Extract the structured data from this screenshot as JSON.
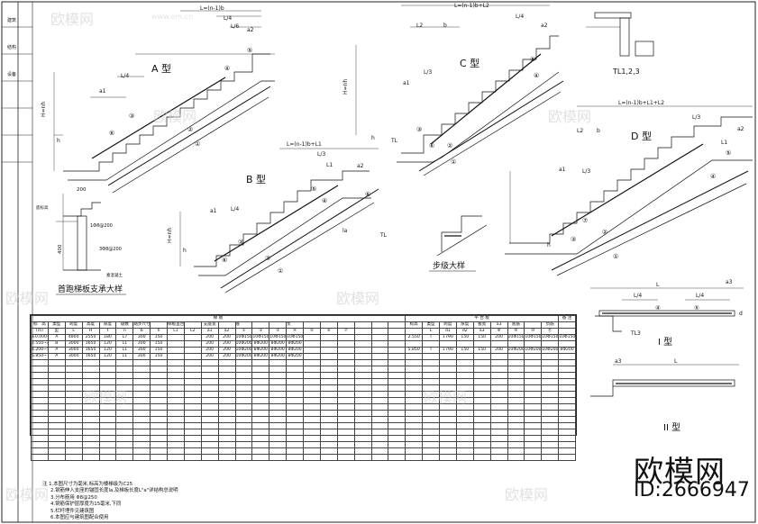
{
  "border": {
    "cols": [
      "建筑",
      "结构",
      "设备",
      "",
      "",
      ""
    ]
  },
  "types": {
    "a": "A 型",
    "b": "B 型",
    "c": "C 型",
    "d": "D 型",
    "i": "I 型",
    "ii": "II 型",
    "tl": "TL1,2,3"
  },
  "dims": {
    "a_top": "L=(n-1)b",
    "l4": "L/4",
    "l6": "L/6",
    "a2": "a2",
    "a1": "a1",
    "h": "h",
    "hnh": "H=nh",
    "b_top": "L=(n-1)b+L1",
    "l3": "L/3",
    "l1": "L1",
    "tl": "TL",
    "c_top": "L=(n-1)b+L2",
    "l2": "L2",
    "b": "b",
    "d_top": "L=(n-1)b+L1+L2",
    "la": "la",
    "a3": "a3",
    "d": "d",
    "l": "L",
    "tl3": "TL3"
  },
  "marks": [
    "①",
    "②",
    "③",
    "④",
    "⑤",
    "⑥",
    "⑦"
  ],
  "details": {
    "support_title": "首跑梯板支承大样",
    "step_title": "步级大样",
    "d200": "200",
    "d400": "400",
    "r1": "1Φ8@200",
    "r2": "3Φ8@200",
    "floor_note": "底标高",
    "support_note": "素混凝土"
  },
  "table": {
    "group_headers": {
      "plate": "梯  板",
      "platform": "平  台  板",
      "remarks": "备   注"
    },
    "h1": [
      "标　高",
      "类型",
      "跨度",
      "高度",
      "厚度",
      "级数",
      "踏步尺寸",
      "",
      "梯板首台",
      "",
      "支座宽",
      "",
      "底　　　筋",
      "",
      "",
      "负　　　筋",
      "",
      "",
      "",
      "",
      "",
      "",
      "标高",
      "类型",
      "跨度",
      "厚度",
      "板宽",
      "a3",
      "底筋",
      "",
      "负筋",
      ""
    ],
    "h2": [
      "(m)",
      "型",
      "L",
      "H",
      "t",
      "n",
      "b",
      "h",
      "L1",
      "L2",
      "a1",
      "a2",
      "①",
      "②",
      "③",
      "④",
      "⑤",
      "⑥",
      "⑦",
      "",
      "",
      "",
      "",
      "L",
      "d1",
      "d2",
      "a3",
      "⑧",
      "⑨",
      "⑩",
      "⑪"
    ],
    "rows": [
      [
        "±0.000~2.550",
        "A",
        "4800",
        "2550",
        "180",
        "17",
        "300",
        "150",
        "",
        "",
        "200",
        "200",
        "10Φ150",
        "10Φ150",
        "10Φ150",
        "10Φ150",
        "",
        "",
        "",
        "",
        "",
        "",
        "2.550",
        "I",
        "1790",
        "150",
        "150",
        "200",
        "10Φ150",
        "10Φ150",
        "10Φ150",
        "10Φ150"
      ],
      [
        "2.550~4.200",
        "B",
        "3000",
        "1650",
        "120",
        "11",
        "300",
        "150",
        "",
        "",
        "200",
        "200",
        "10Φ200",
        "8Φ200",
        "8Φ200",
        "8Φ200",
        "",
        "",
        "",
        "",
        "",
        "",
        "",
        "",
        "",
        "",
        "",
        "",
        "",
        "",
        "",
        ""
      ],
      [
        "4.200~5.850",
        "A",
        "3000",
        "1650",
        "120",
        "11",
        "300",
        "150",
        "",
        "",
        "200",
        "200",
        "10Φ200",
        "8Φ200",
        "8Φ200",
        "8Φ200",
        "",
        "",
        "",
        "",
        "",
        "",
        "5.850",
        "I",
        "1790",
        "150",
        "150",
        "200",
        "10Φ200",
        "10Φ200",
        "10Φ200",
        "8Φ200"
      ],
      [
        "5.850~7.500",
        "A",
        "3000",
        "1650",
        "120",
        "11",
        "300",
        "150",
        "",
        "",
        "200",
        "200",
        "10Φ200",
        "8Φ200",
        "8Φ200",
        "8Φ200",
        "",
        "",
        "",
        "",
        "",
        "",
        "",
        "",
        "",
        "",
        "",
        "",
        "",
        "",
        "",
        ""
      ]
    ],
    "empty_rows": 16
  },
  "notes": {
    "label": "注",
    "lines": [
      "1.本图尺寸为毫米,标高为楼梯级为C25",
      "2.钢筋伸入支座的锚固长度la,及梯板长度L\"a\"详结构总说明",
      "3.分布筋用  Φ8@250",
      "4.钢筋保护层厚度为15毫米,下同",
      "5.栏杆埋件见建筑图",
      "6.本图应与建筑图配合使用"
    ]
  },
  "branding": {
    "name": "欧模网",
    "id": "ID:2666947",
    "watermark": "欧模网",
    "url": "www.om.cn"
  }
}
